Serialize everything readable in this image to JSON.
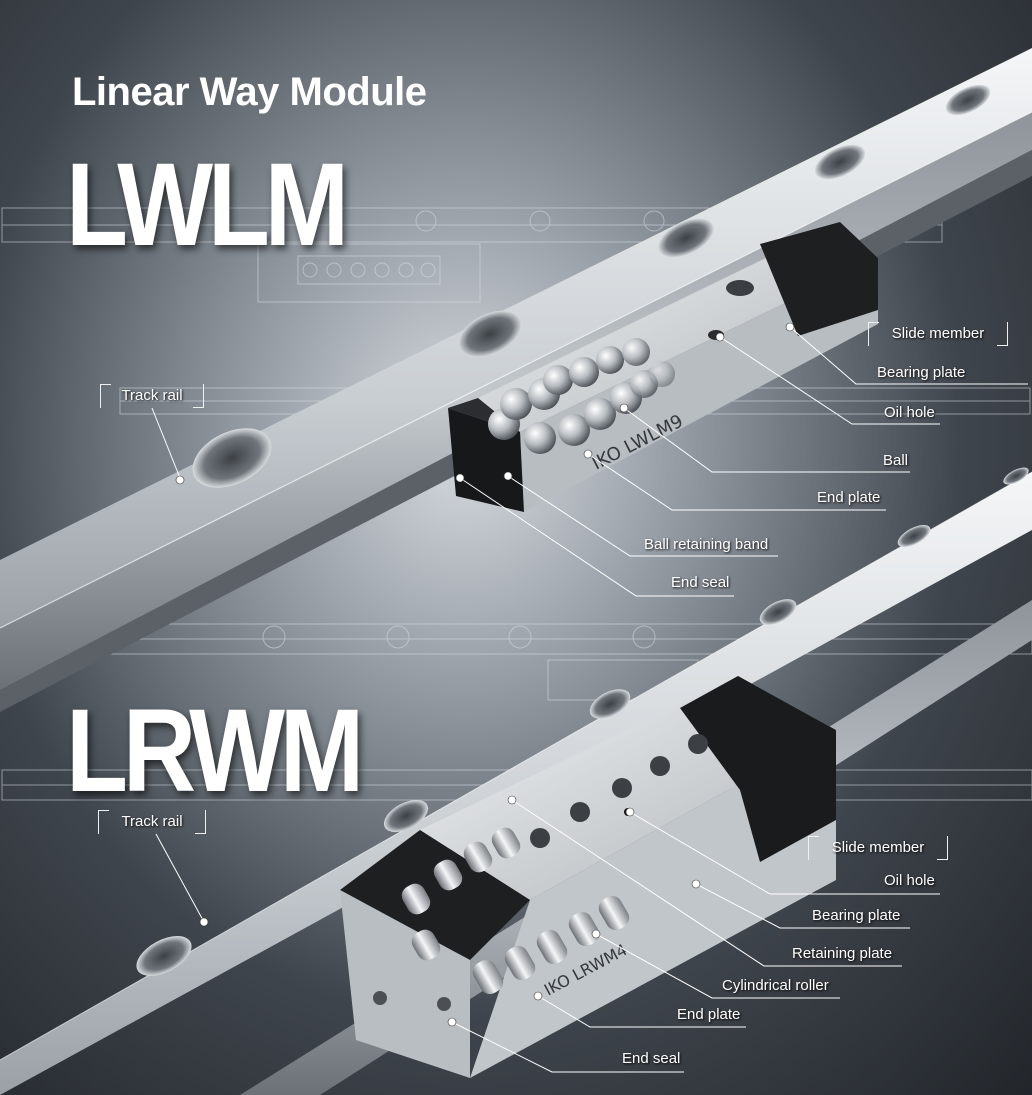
{
  "header": {
    "subtitle": "Linear Way Module"
  },
  "lwlm": {
    "title": "LWLM",
    "rail_marking": "IKO LWLM9",
    "labels": {
      "track_rail": "Track rail",
      "slide_member": "Slide member",
      "bearing_plate": "Bearing plate",
      "oil_hole": "Oil hole",
      "ball": "Ball",
      "end_plate": "End plate",
      "ball_retaining_band": "Ball retaining band",
      "end_seal": "End seal"
    }
  },
  "lrwm": {
    "title": "LRWM",
    "rail_marking": "IKO LRWM4",
    "labels": {
      "track_rail": "Track rail",
      "slide_member": "Slide member",
      "oil_hole": "Oil hole",
      "bearing_plate": "Bearing plate",
      "retaining_plate": "Retaining plate",
      "cylindrical_roller": "Cylindrical roller",
      "end_plate": "End plate",
      "end_seal": "End seal"
    }
  },
  "colors": {
    "background_dark": "#22262b",
    "rail_light": "#e6e9ec",
    "rail_mid": "#b9bec4",
    "block_dark": "#1c1d1f",
    "text": "#ffffff"
  }
}
